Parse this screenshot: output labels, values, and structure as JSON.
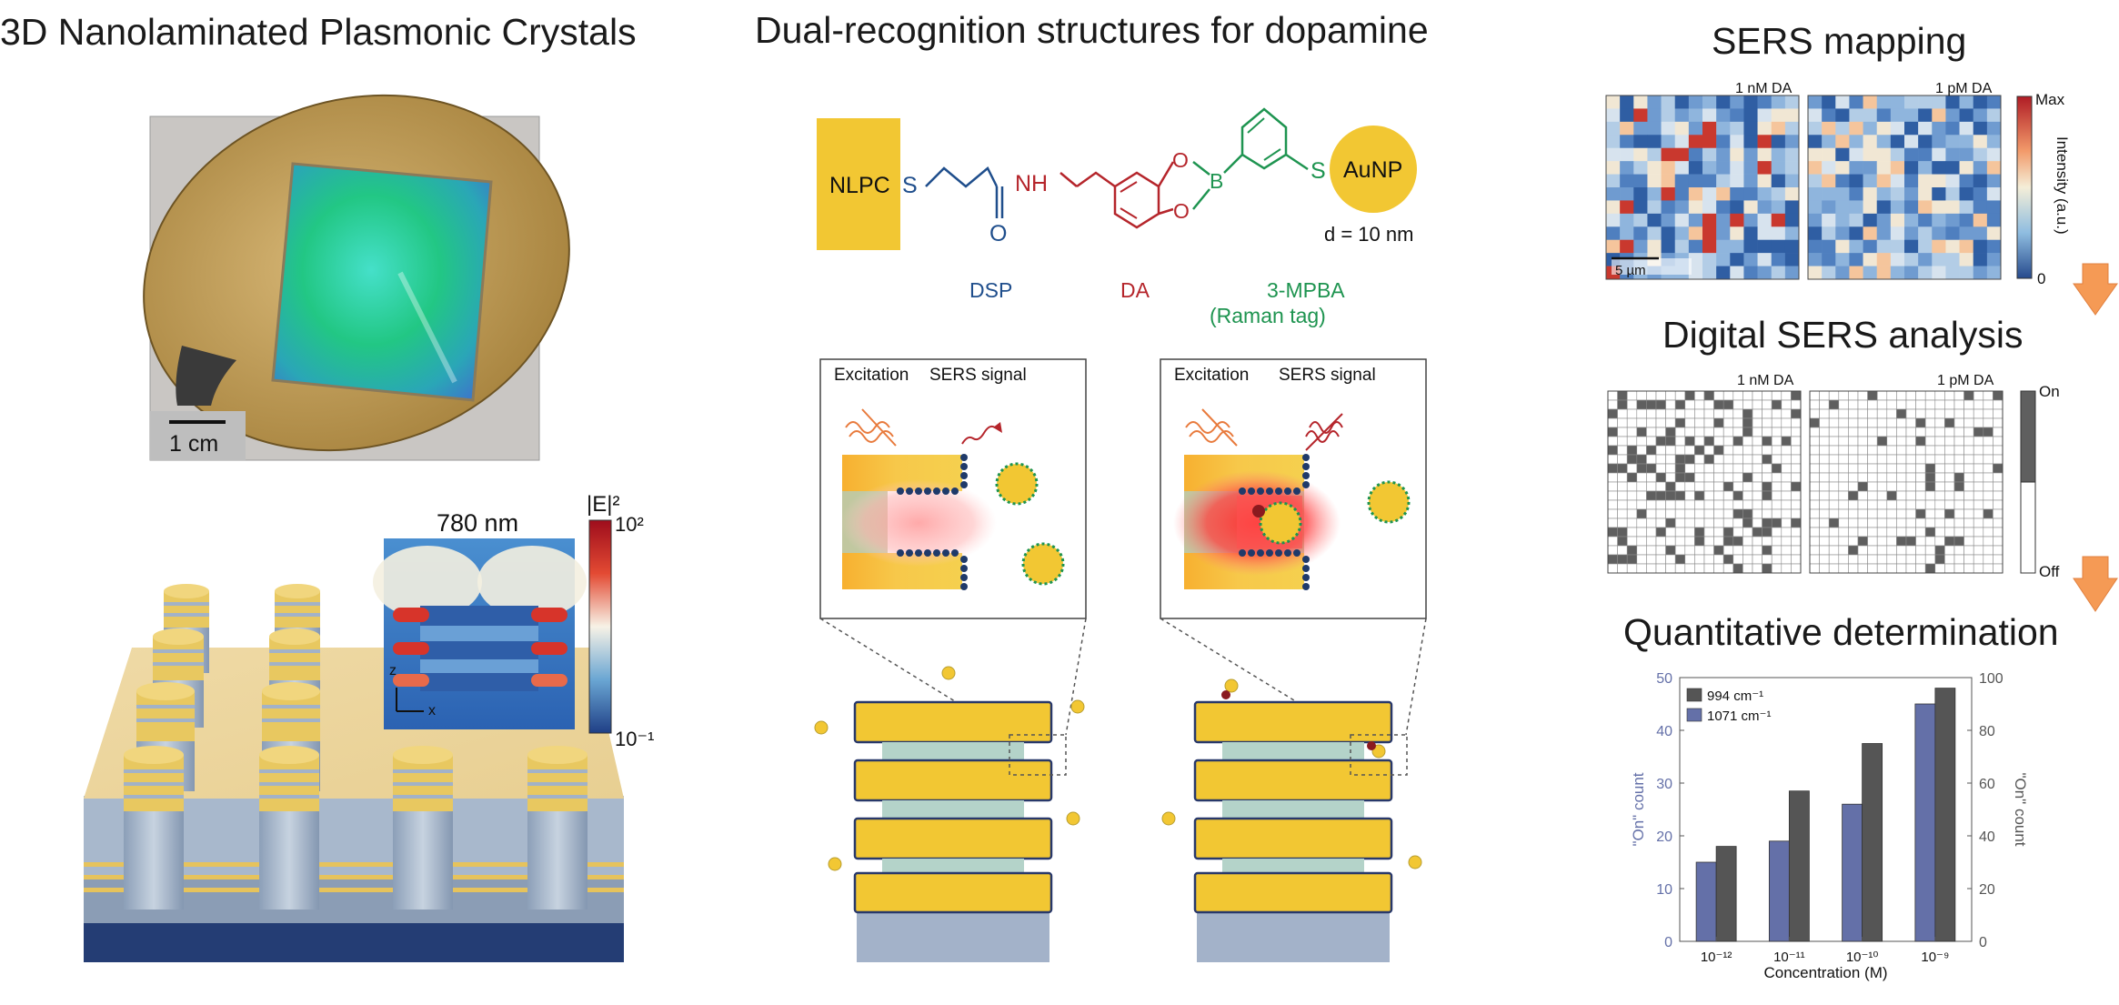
{
  "panel_titles": {
    "left": "3D Nanolaminated Plasmonic Crystals",
    "middle": "Dual-recognition structures for dopamine",
    "right_top": "SERS mapping",
    "right_mid": "Digital SERS analysis",
    "right_bottom": "Quantitative determination"
  },
  "photo": {
    "scale_bar": "1 cm"
  },
  "field_map": {
    "wavelength": "780 nm",
    "colorbar_label": "|E|²",
    "cbar_max": "10²",
    "cbar_min": "10⁻¹",
    "axis_z": "z",
    "axis_x": "x"
  },
  "molecule": {
    "nlpc": "NLPC",
    "s1": "S",
    "nh": "NH",
    "o_carbonyl": "O",
    "o1": "O",
    "o2": "O",
    "boron": "B",
    "s2": "S",
    "aunp": "AuNP",
    "diameter": "d = 10 nm",
    "label_dsp": "DSP",
    "label_da": "DA",
    "label_mpba": "3-MPBA",
    "label_raman": "(Raman tag)",
    "colors": {
      "dsp": "#1f4e8c",
      "da": "#b5252b",
      "mpba": "#1e9450",
      "gold": "#f2c733"
    }
  },
  "insets": {
    "excitation": "Excitation",
    "sers_signal": "SERS signal"
  },
  "sers_map": {
    "label_1nm": "1 nM DA",
    "label_1pm": "1 pM DA",
    "scale_bar": "5 µm",
    "cbar_top": "Max",
    "cbar_bottom": "0",
    "cbar_title": "Intensity (a.u.)"
  },
  "digital": {
    "label_1nm": "1 nM DA",
    "label_1pm": "1 pM DA",
    "legend_on": "On",
    "legend_off": "Off"
  },
  "chart_data": {
    "type": "bar",
    "categories": [
      "10⁻¹²",
      "10⁻¹¹",
      "10⁻¹⁰",
      "10⁻⁹"
    ],
    "xlabel": "Concentration (M)",
    "ylabel_left": "\"On\" count",
    "ylabel_right": "\"On\" count",
    "ylim_left": [
      0,
      50
    ],
    "ylim_right": [
      0,
      100
    ],
    "yticks_left": [
      0,
      10,
      20,
      30,
      40,
      50
    ],
    "yticks_right": [
      0,
      20,
      40,
      60,
      80,
      100
    ],
    "legend_placement": "top-left",
    "series": [
      {
        "name": "1071 cm⁻¹",
        "axis": "left",
        "color": "#6470a8",
        "values": [
          15,
          19,
          26,
          45
        ]
      },
      {
        "name": "994 cm⁻¹",
        "axis": "right",
        "color": "#555555",
        "values": [
          36,
          57,
          75,
          96
        ]
      }
    ]
  }
}
